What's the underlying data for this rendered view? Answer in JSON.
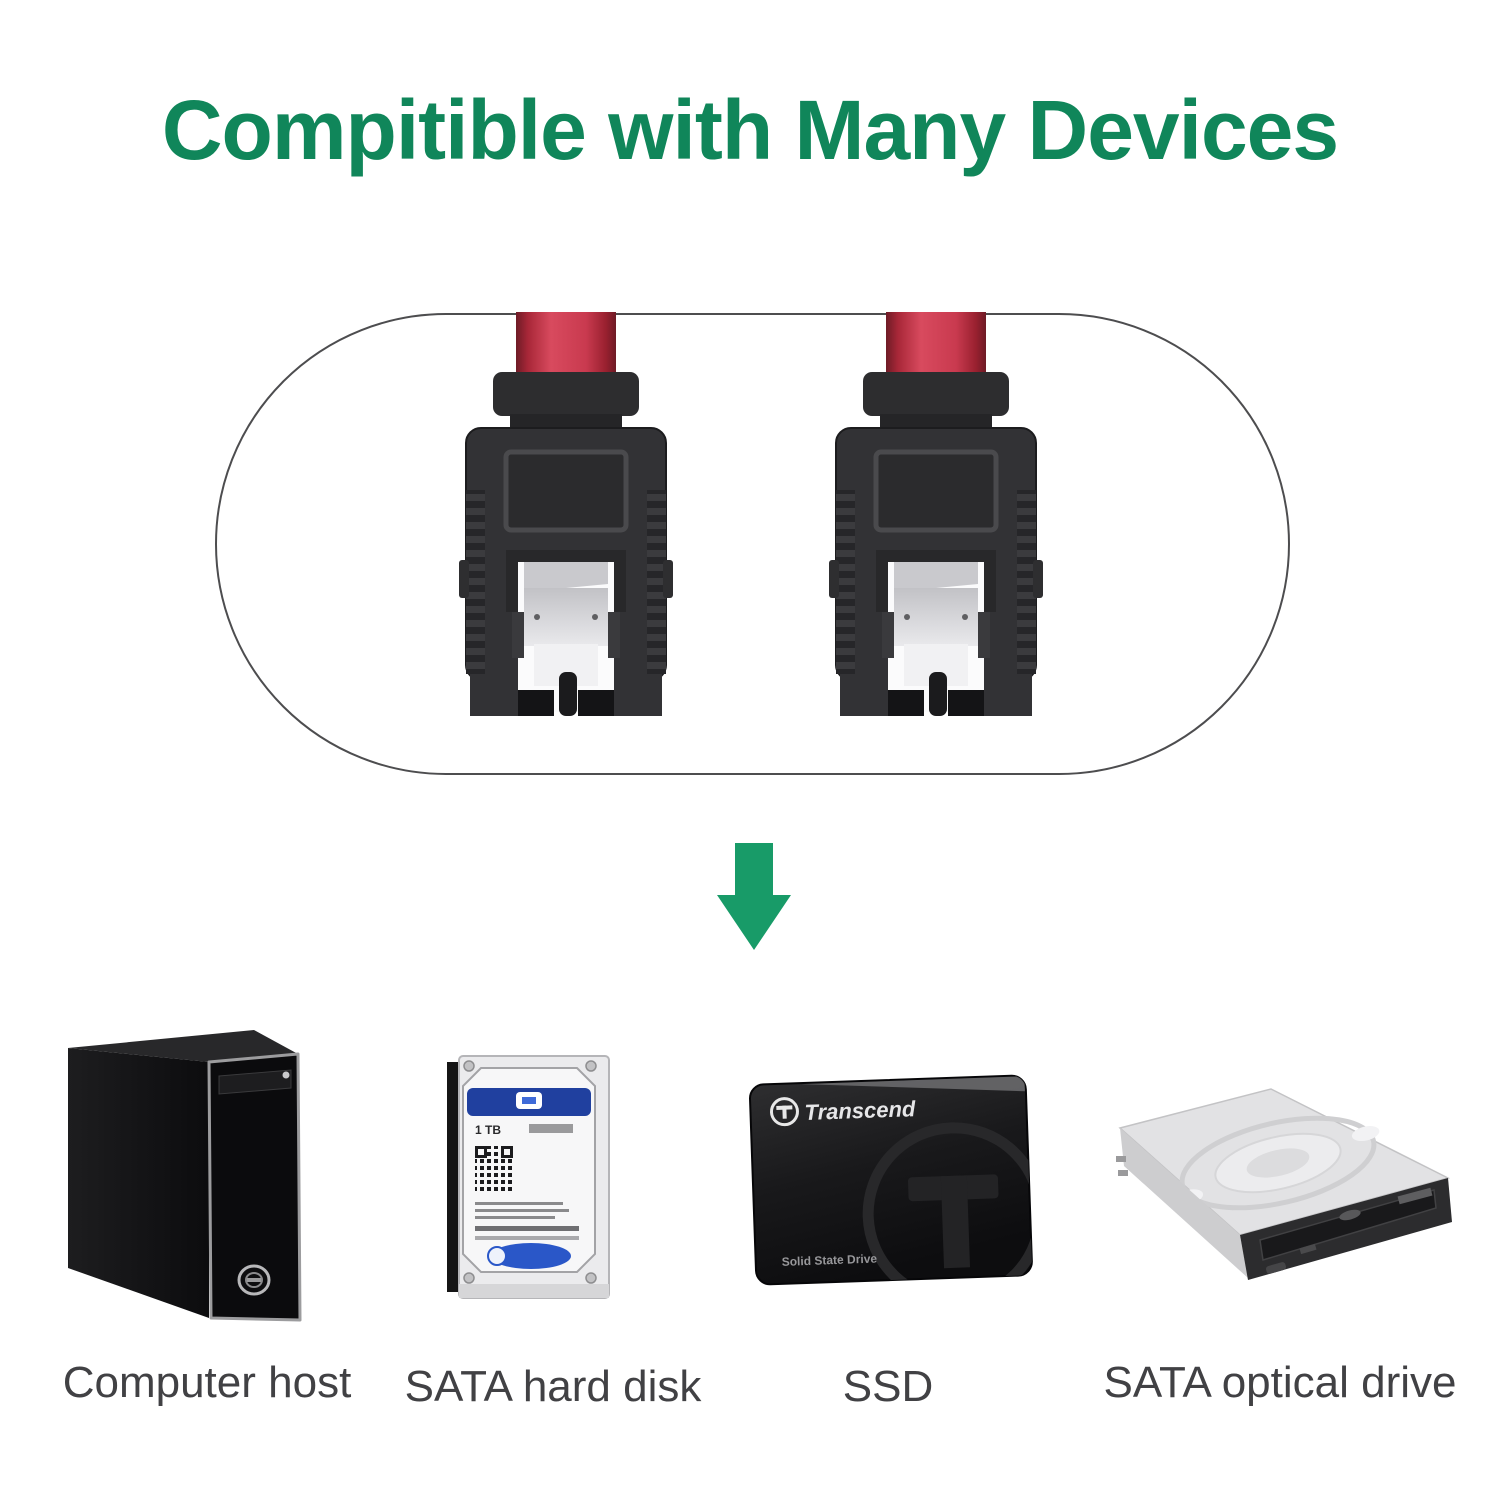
{
  "title": {
    "text": "Compitible with Many Devices",
    "color": "#10865A"
  },
  "diagram": {
    "cable": {
      "description": "SATA data cable shown with two black 7-pin connectors and red ribbon cable",
      "cable_color": "#CE3B50",
      "connector_color": "#323235",
      "outline_color": "#4D4D4F"
    },
    "arrow": {
      "direction": "down",
      "color": "#189B68"
    }
  },
  "devices": [
    {
      "label": "Computer host",
      "icon": "computer-tower-icon"
    },
    {
      "label": "SATA hard disk",
      "icon": "hard-disk-icon",
      "capacity_text": "1 TB"
    },
    {
      "label": "SSD",
      "icon": "ssd-icon",
      "brand_text": "Transcend",
      "drive_type_text": "Solid State Drive"
    },
    {
      "label": "SATA optical drive",
      "icon": "optical-drive-icon"
    }
  ],
  "colors": {
    "background": "#FFFFFF",
    "label_text": "#414144"
  }
}
